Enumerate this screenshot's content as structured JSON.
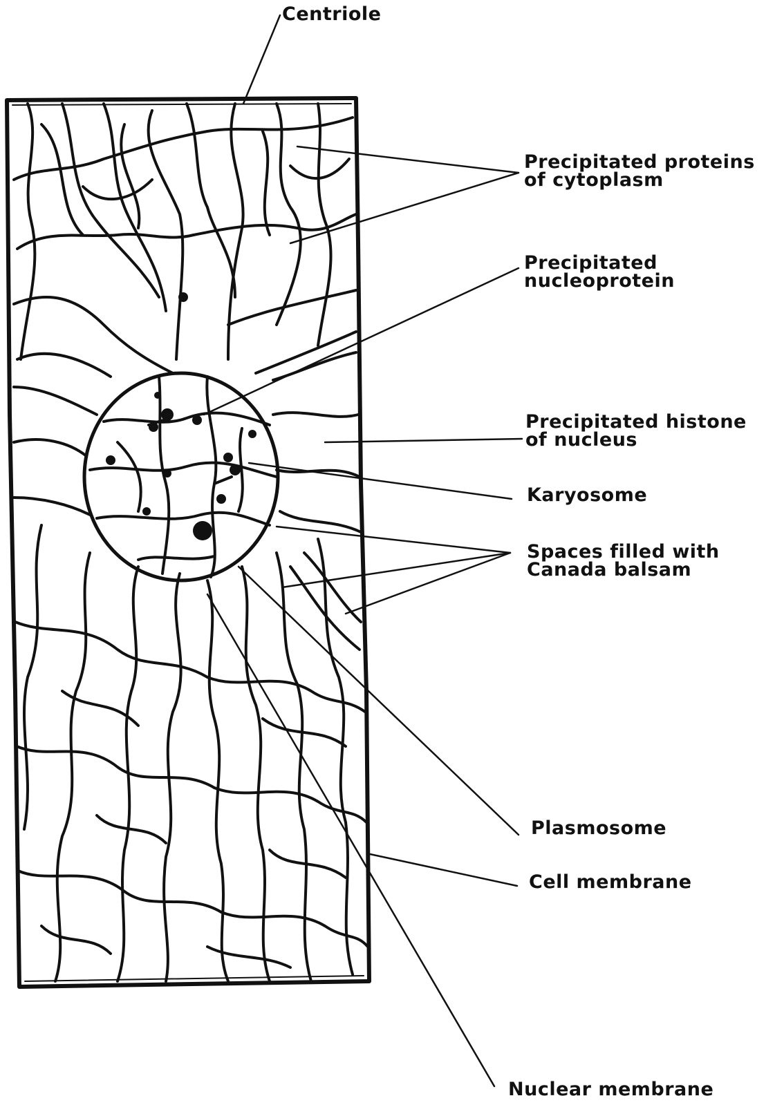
{
  "labels": {
    "centriole": "Centriole",
    "proteins_cytoplasm": [
      "Precipitated proteins",
      "of cytoplasm"
    ],
    "nucleoprotein": [
      "Precipitated",
      "nucleoprotein"
    ],
    "histone": [
      "Precipitated histone",
      "of nucleus"
    ],
    "karyosome": "Karyosome",
    "spaces": [
      "Spaces filled with",
      "Canada balsam"
    ],
    "plasmosome": "Plasmosome",
    "cell_membrane": "Cell membrane",
    "nuclear_membrane": "Nuclear membrane"
  },
  "colors": {
    "ink": "#111111",
    "background": "#ffffff"
  }
}
